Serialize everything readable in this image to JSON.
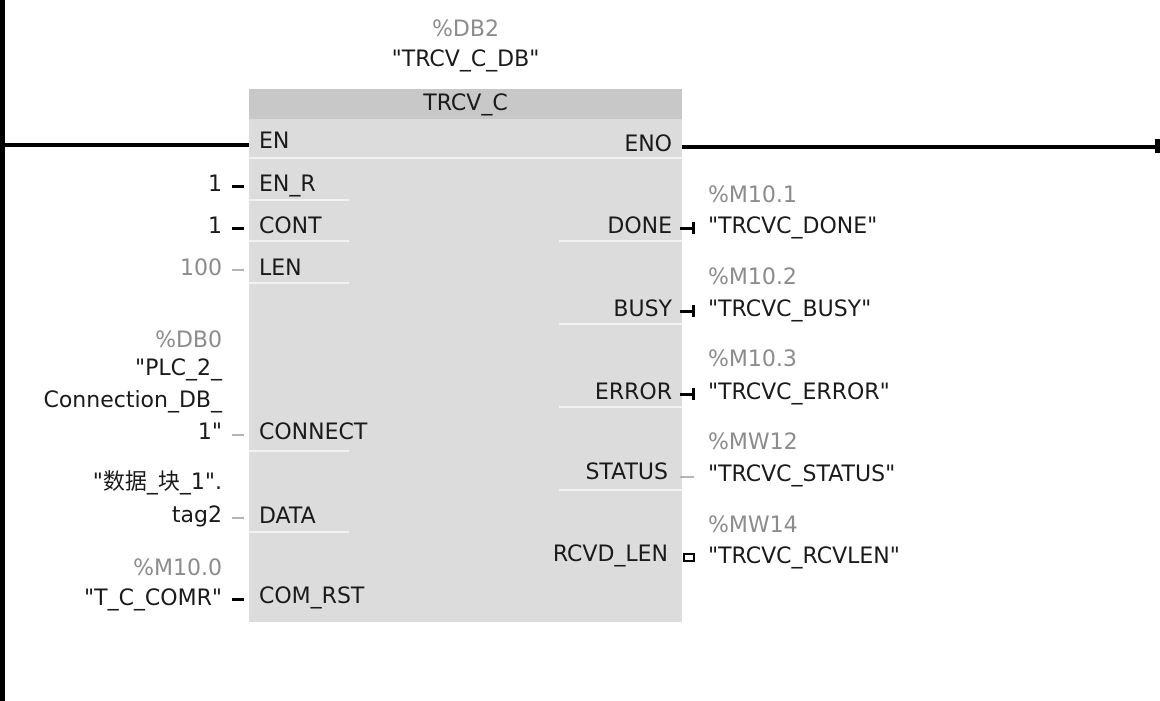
{
  "instance": {
    "address": "%DB2",
    "name": "\"TRCV_C_DB\""
  },
  "block": {
    "title": "TRCV_C"
  },
  "pins": {
    "en": "EN",
    "eno": "ENO",
    "en_r": "EN_R",
    "cont": "CONT",
    "len": "LEN",
    "connect": "CONNECT",
    "data": "DATA",
    "com_rst": "COM_RST",
    "done": "DONE",
    "busy": "BUSY",
    "error": "ERROR",
    "status": "STATUS",
    "rcvd_len": "RCVD_LEN"
  },
  "inputs": {
    "en_r_value": "1",
    "cont_value": "1",
    "len_value": "100",
    "connect": {
      "address": "%DB0",
      "line1": "\"PLC_2_",
      "line2": "Connection_DB_",
      "line3": "1\""
    },
    "data": {
      "line1": "\"数据_块_1\".",
      "line2": "tag2"
    },
    "com_rst": {
      "address": "%M10.0",
      "name": "\"T_C_COMR\""
    }
  },
  "outputs": {
    "done": {
      "address": "%M10.1",
      "name": "\"TRCVC_DONE\""
    },
    "busy": {
      "address": "%M10.2",
      "name": "\"TRCVC_BUSY\""
    },
    "error": {
      "address": "%M10.3",
      "name": "\"TRCVC_ERROR\""
    },
    "status": {
      "address": "%MW12",
      "name": "\"TRCVC_STATUS\""
    },
    "rcvd_len": {
      "address": "%MW14",
      "name": "\"TRCVC_RCVLEN\""
    }
  }
}
